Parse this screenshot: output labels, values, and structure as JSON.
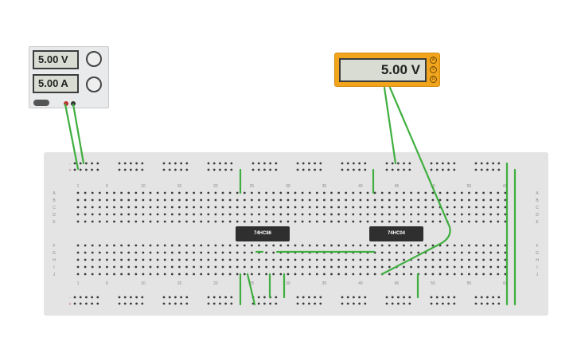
{
  "power_supply": {
    "voltage": "5.00 V",
    "current": "5.00 A"
  },
  "multimeter": {
    "reading": "5.00 V",
    "modes": [
      "A",
      "V",
      "Ω"
    ]
  },
  "breadboard": {
    "column_numbers": [
      "1",
      "5",
      "10",
      "15",
      "20",
      "25",
      "30",
      "35",
      "40",
      "45",
      "50",
      "55",
      "60"
    ],
    "row_letters_top": [
      "A",
      "B",
      "C",
      "D",
      "E"
    ],
    "row_letters_bottom": [
      "F",
      "G",
      "H",
      "I",
      "J"
    ],
    "rail_labels": [
      "-",
      "+"
    ]
  },
  "chips": [
    {
      "label": "74HC86"
    },
    {
      "label": "74HC04"
    }
  ],
  "colors": {
    "wire": "#3fae3f",
    "meter_body": "#f2a51c",
    "board": "#e4e4e4",
    "hole": "#3a3a3a"
  }
}
